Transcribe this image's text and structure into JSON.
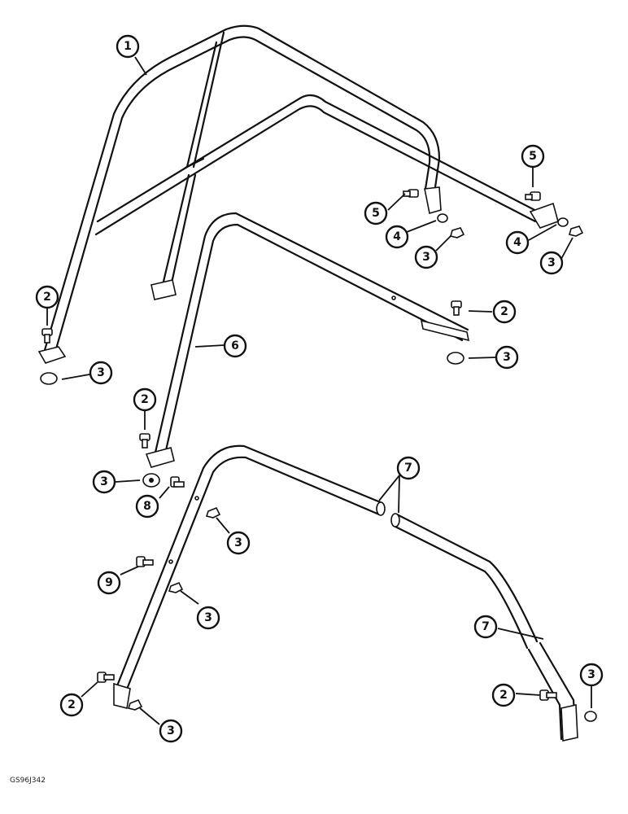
{
  "drawing_code": "GS96J342",
  "callouts": [
    {
      "id": "c1",
      "label": "1"
    },
    {
      "id": "c5a",
      "label": "5"
    },
    {
      "id": "c5b",
      "label": "5"
    },
    {
      "id": "c4a",
      "label": "4"
    },
    {
      "id": "c4b",
      "label": "4"
    },
    {
      "id": "c3a",
      "label": "3"
    },
    {
      "id": "c3b",
      "label": "3"
    },
    {
      "id": "c2a",
      "label": "2"
    },
    {
      "id": "c2b",
      "label": "2"
    },
    {
      "id": "c3c",
      "label": "3"
    },
    {
      "id": "c6",
      "label": "6"
    },
    {
      "id": "c3d",
      "label": "3"
    },
    {
      "id": "c2c",
      "label": "2"
    },
    {
      "id": "c3e",
      "label": "3"
    },
    {
      "id": "c8",
      "label": "8"
    },
    {
      "id": "c7a",
      "label": "7"
    },
    {
      "id": "c3f",
      "label": "3"
    },
    {
      "id": "c9",
      "label": "9"
    },
    {
      "id": "c3g",
      "label": "3"
    },
    {
      "id": "c7b",
      "label": "7"
    },
    {
      "id": "c3h",
      "label": "3"
    },
    {
      "id": "c2d",
      "label": "2"
    },
    {
      "id": "c2e",
      "label": "2"
    },
    {
      "id": "c3i",
      "label": "3"
    }
  ]
}
